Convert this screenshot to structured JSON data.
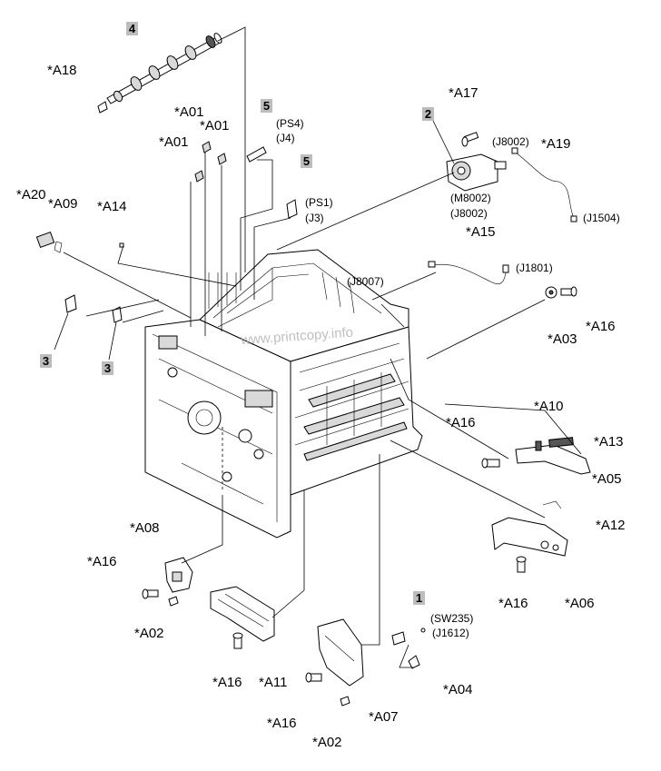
{
  "labels": {
    "a18": "*A18",
    "a01_1": "*A01",
    "a01_2": "*A01",
    "a01_3": "*A01",
    "a17": "*A17",
    "a19": "*A19",
    "a20": "*A20",
    "a09": "*A09",
    "a14": "*A14",
    "a15": "*A15",
    "a16_1": "*A16",
    "a03": "*A03",
    "a10": "*A10",
    "a16_2": "*A16",
    "a13": "*A13",
    "a05": "*A05",
    "a08": "*A08",
    "a12": "*A12",
    "a16_3": "*A16",
    "a02_1": "*A02",
    "a16_4": "*A16",
    "a06": "*A06",
    "a16_5": "*A16",
    "a11": "*A11",
    "a04": "*A04",
    "a16_6": "*A16",
    "a07": "*A07",
    "a02_2": "*A02"
  },
  "connectors": {
    "ps4": "(PS4)",
    "j4": "(J4)",
    "ps1": "(PS1)",
    "j3": "(J3)",
    "j8002": "(J8002)",
    "m8002": "(M8002)",
    "j8002b": "(J8002)",
    "j1504": "(J1504)",
    "j8007": "(J8007)",
    "j1801": "(J1801)",
    "sw235": "(SW235)",
    "j1612": "(J1612)"
  },
  "callouts": {
    "c4": "4",
    "c5a": "5",
    "c5b": "5",
    "c2": "2",
    "c3a": "3",
    "c3b": "3",
    "c1": "1"
  },
  "watermark": "www.printcopy.info"
}
